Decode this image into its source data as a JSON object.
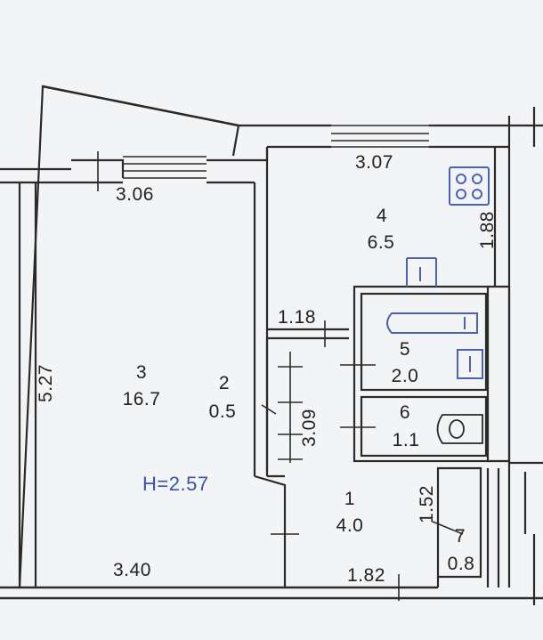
{
  "plan": {
    "height_note": "H=2.57",
    "rooms": [
      {
        "number": "1",
        "area": "4.0"
      },
      {
        "number": "2",
        "area": "0.5"
      },
      {
        "number": "3",
        "area": "16.7"
      },
      {
        "number": "4",
        "area": "6.5"
      },
      {
        "number": "5",
        "area": "2.0"
      },
      {
        "number": "6",
        "area": "1.1"
      },
      {
        "number": "7",
        "area": "0.8"
      }
    ],
    "dimensions": {
      "living_top": "3.06",
      "living_left": "5.27",
      "living_bottom": "3.40",
      "kitchen_top": "3.07",
      "kitchen_right": "1.88",
      "corridor_top": "1.18",
      "corridor_mid": "3.09",
      "hall_bottom": "1.82",
      "hall_right": "1.52"
    }
  },
  "colors": {
    "paper": "#f3f4f6",
    "wall": "#2a2a2a",
    "blue_text": "#3b52a8",
    "stove_blue": "#4a62b0"
  }
}
